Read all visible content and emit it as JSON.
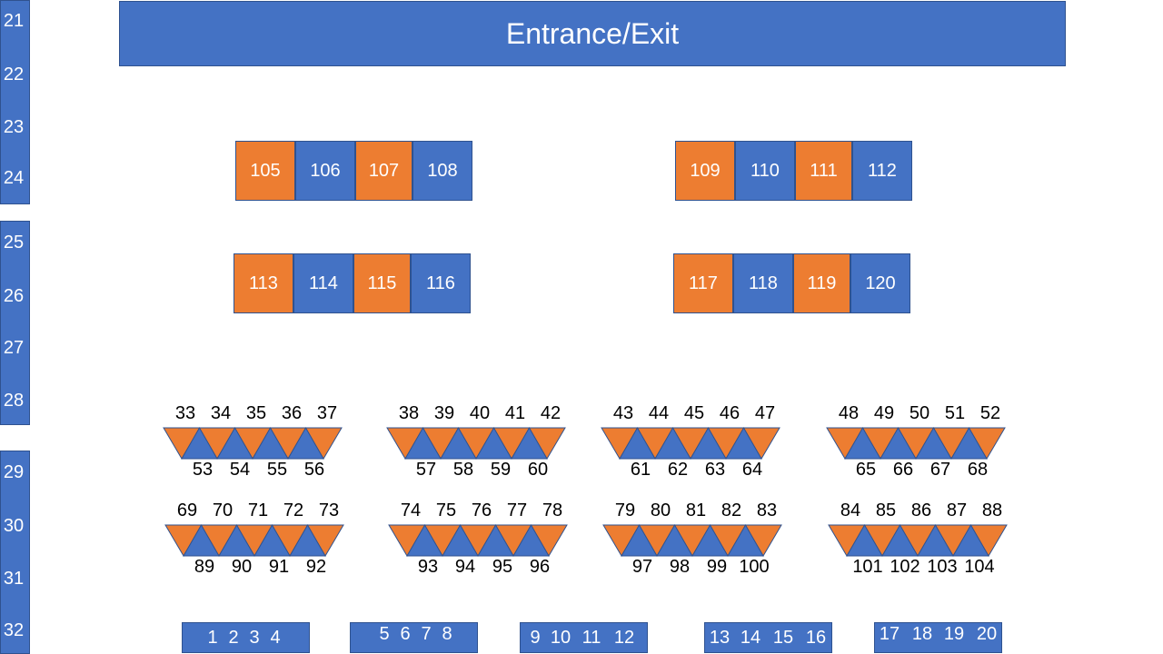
{
  "colors": {
    "blue": "#4472c4",
    "orange": "#ed7d31",
    "outline": "#2f528f"
  },
  "entrance": {
    "label": "Entrance/Exit"
  },
  "wall_numbers": [
    "21",
    "22",
    "23",
    "24",
    "25",
    "26",
    "27",
    "28",
    "29",
    "30",
    "31",
    "32"
  ],
  "square_tables": [
    {
      "seats": [
        {
          "label": "105",
          "color": "orange"
        },
        {
          "label": "106",
          "color": "blue"
        },
        {
          "label": "107",
          "color": "orange"
        },
        {
          "label": "108",
          "color": "blue"
        }
      ]
    },
    {
      "seats": [
        {
          "label": "109",
          "color": "orange"
        },
        {
          "label": "110",
          "color": "blue"
        },
        {
          "label": "111",
          "color": "orange"
        },
        {
          "label": "112",
          "color": "blue"
        }
      ]
    },
    {
      "seats": [
        {
          "label": "113",
          "color": "orange"
        },
        {
          "label": "114",
          "color": "blue"
        },
        {
          "label": "115",
          "color": "orange"
        },
        {
          "label": "116",
          "color": "blue"
        }
      ]
    },
    {
      "seats": [
        {
          "label": "117",
          "color": "orange"
        },
        {
          "label": "118",
          "color": "blue"
        },
        {
          "label": "119",
          "color": "orange"
        },
        {
          "label": "120",
          "color": "blue"
        }
      ]
    }
  ],
  "triangle_tables": [
    {
      "top": [
        "33",
        "34",
        "35",
        "36",
        "37"
      ],
      "bottom": [
        "53",
        "54",
        "55",
        "56"
      ]
    },
    {
      "top": [
        "38",
        "39",
        "40",
        "41",
        "42"
      ],
      "bottom": [
        "57",
        "58",
        "59",
        "60"
      ]
    },
    {
      "top": [
        "43",
        "44",
        "45",
        "46",
        "47"
      ],
      "bottom": [
        "61",
        "62",
        "63",
        "64"
      ]
    },
    {
      "top": [
        "48",
        "49",
        "50",
        "51",
        "52"
      ],
      "bottom": [
        "65",
        "66",
        "67",
        "68"
      ]
    },
    {
      "top": [
        "69",
        "70",
        "71",
        "72",
        "73"
      ],
      "bottom": [
        "89",
        "90",
        "91",
        "92"
      ]
    },
    {
      "top": [
        "74",
        "75",
        "76",
        "77",
        "78"
      ],
      "bottom": [
        "93",
        "94",
        "95",
        "96"
      ]
    },
    {
      "top": [
        "79",
        "80",
        "81",
        "82",
        "83"
      ],
      "bottom": [
        "97",
        "98",
        "99",
        "100"
      ]
    },
    {
      "top": [
        "84",
        "85",
        "86",
        "87",
        "88"
      ],
      "bottom": [
        "101",
        "102",
        "103",
        "104"
      ]
    }
  ],
  "benches": [
    {
      "seats": [
        "1",
        "2",
        "3",
        "4"
      ]
    },
    {
      "seats": [
        "5",
        "6",
        "7",
        "8"
      ]
    },
    {
      "seats": [
        "9",
        "10",
        "11",
        "12"
      ]
    },
    {
      "seats": [
        "13",
        "14",
        "15",
        "16"
      ]
    },
    {
      "seats": [
        "17",
        "18",
        "19",
        "20"
      ]
    }
  ]
}
